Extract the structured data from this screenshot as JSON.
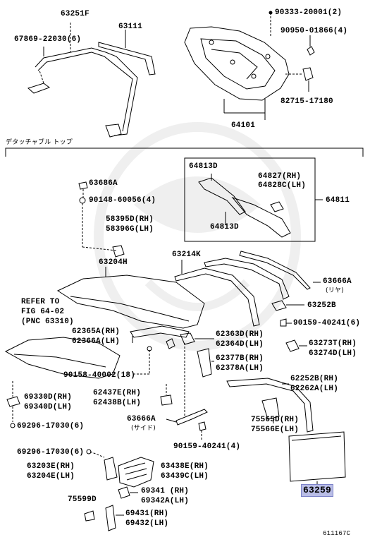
{
  "labels": {
    "p63251F": "63251F",
    "p63111": "63111",
    "p67869": "67869-22030(6)",
    "p90333": "90333-20001(2)",
    "p90950": "90950-01866(4)",
    "p82715": "82715-17180",
    "p64101": "64101",
    "section_title": "デタッチャブル トップ",
    "p64813D_top": "64813D",
    "p64827": "64827(RH)",
    "p64828C": "64828C(LH)",
    "p64811": "64811",
    "p64813D_bottom": "64813D",
    "p63686A": "63686A",
    "p90148": "90148-60056(4)",
    "p58395D": "58395D(RH)",
    "p58396G": "58396G(LH)",
    "p63204H": "63204H",
    "p63214K": "63214K",
    "p63666A_rear": "63666A",
    "rear_note": "(リヤ)",
    "p63252B": "63252B",
    "ref1": "REFER TO",
    "ref2": "FIG 64-02",
    "ref3": "(PNC 63310)",
    "p62365A": "62365A(RH)",
    "p62366A": "62366A(LH)",
    "p62363D": "62363D(RH)",
    "p62364D": "62364D(LH)",
    "p90159_top": "90159-40241(6)",
    "p63273T": "63273T(RH)",
    "p63274D": "63274D(LH)",
    "p62377B": "62377B(RH)",
    "p62378A": "62378A(LH)",
    "p90158": "90158-40002(18)",
    "p62252B": "62252B(RH)",
    "p62262A": "62262A(LH)",
    "p69330D": "69330D(RH)",
    "p69340D": "69340D(LH)",
    "p62437E": "62437E(RH)",
    "p62438B": "62438B(LH)",
    "p69296_a": "69296-17030(6)",
    "p63666A_side": "63666A",
    "side_note": "(サイド)",
    "p75565D": "75565D(RH)",
    "p75566E": "75566E(LH)",
    "p90159_bottom": "90159-40241(4)",
    "p69296_b": "69296-17030(6)",
    "p63203E": "63203E(RH)",
    "p63204E": "63204E(LH)",
    "p63438E": "63438E(RH)",
    "p63439C": "63439C(LH)",
    "p69341": "69341 (RH)",
    "p69342A": "69342A(LH)",
    "p75599D": "75599D",
    "p69431": "69431(RH)",
    "p69432": "69432(LH)",
    "p63259": "63259",
    "figure_id": "611167C"
  },
  "colors": {
    "line": "#000000",
    "highlight": "#b9bde6"
  }
}
